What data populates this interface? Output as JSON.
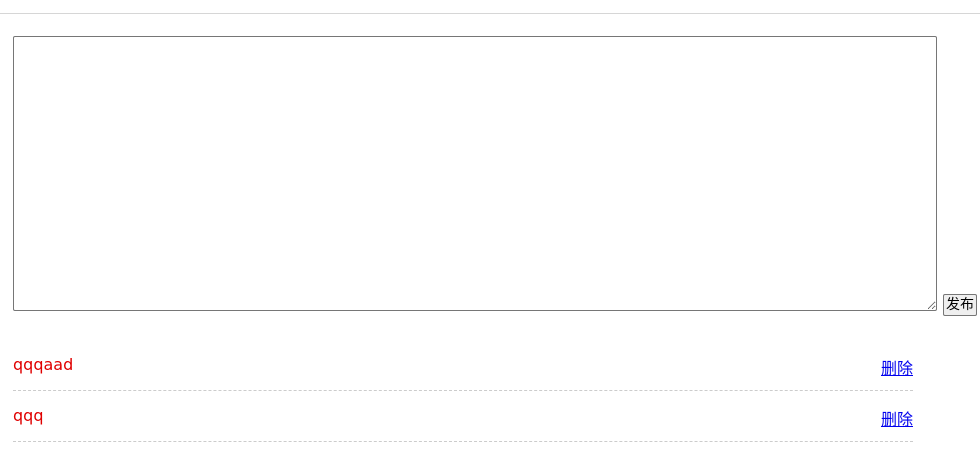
{
  "composer": {
    "value": "",
    "placeholder": "",
    "publish_label": "发布"
  },
  "comments": [
    {
      "text": "qqqaad",
      "delete_label": "删除"
    },
    {
      "text": "qqq",
      "delete_label": "删除"
    }
  ],
  "colors": {
    "comment_text": "#e00000",
    "link": "#0000ee",
    "divider": "#cccccc"
  }
}
